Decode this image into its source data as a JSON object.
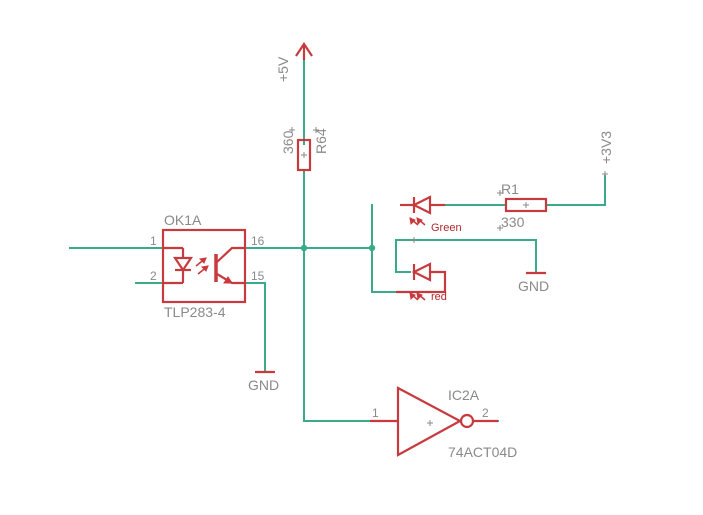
{
  "optocoupler": {
    "name": "OK1A",
    "value": "TLP283-4",
    "pins": [
      "1",
      "2",
      "16",
      "15"
    ]
  },
  "resistor_r64": {
    "name": "R64",
    "value": "360"
  },
  "resistor_r1": {
    "name": "R1",
    "value": "330"
  },
  "inverter": {
    "name": "IC2A",
    "value": "74ACT04D",
    "pin_in": "1",
    "pin_out": "2"
  },
  "led_green": {
    "label": "Green"
  },
  "led_red": {
    "label": "red"
  },
  "supply_5v": {
    "label": "+5V"
  },
  "supply_3v3": {
    "label": "+3V3"
  },
  "ground_1": {
    "label": "GND"
  },
  "ground_2": {
    "label": "GND"
  },
  "colors": {
    "wire": "#3aaa8a",
    "part": "#c83a3e",
    "label": "#8a8a8a"
  }
}
